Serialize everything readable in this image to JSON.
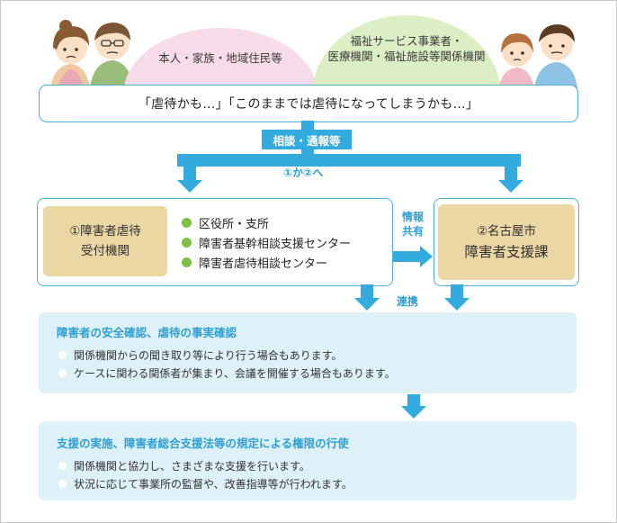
{
  "top_groups": {
    "left_label": "本人・家族・地域住民等",
    "right_label_line1": "福祉サービス事業者・",
    "right_label_line2": "医療機関・福祉施設等関係機関"
  },
  "concern_quote": "「虐待かも…」「このままでは虐待になってしまうかも…」",
  "flow": {
    "consult_label": "相談・通報等",
    "route_label": "①か②へ",
    "share_line1": "情報",
    "share_line2": "共有",
    "cooperate_label": "連携"
  },
  "agency": {
    "title_line1": "①障害者虐待",
    "title_line2": "受付機関",
    "items": [
      "区役所・支所",
      "障害者基幹相談支援センター",
      "障害者虐待相談センター"
    ]
  },
  "city": {
    "line1": "②名古屋市",
    "line2": "障害者支援課"
  },
  "panels": [
    {
      "title": "障害者の安全確認、虐待の事実確認",
      "items": [
        "関係機関からの聞き取り等により行う場合もあります。",
        "ケースに関わる関係者が集まり、会議を開催する場合もあります。"
      ]
    },
    {
      "title": "支援の実施、障害者総合支援法等の規定による権限の行使",
      "items": [
        "関係機関と協力し、さまざまな支援を行います。",
        "状況に応じて事業所の監督や、改善指導等が行われます。"
      ]
    }
  ],
  "colors": {
    "flow_blue": "#33abdf",
    "agency_fill": "#ead7a4",
    "panel_fill": "#dff1f8",
    "bullet_green": "#7cc242"
  }
}
